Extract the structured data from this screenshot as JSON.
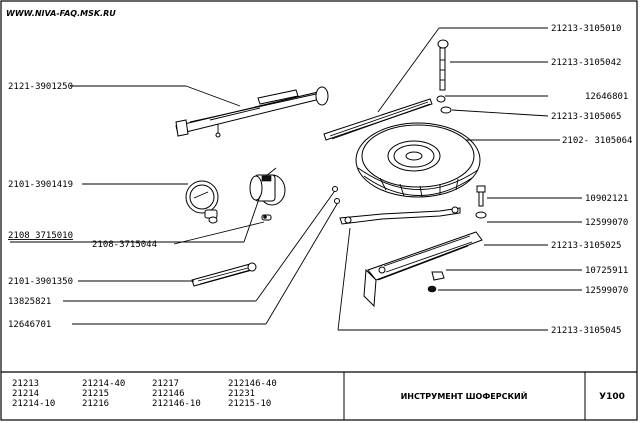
{
  "header": {
    "site": "WWW.NIVA-FAQ.MSK.RU"
  },
  "callouts": {
    "jack": "2121-3901250",
    "gauge": "2101-3901419",
    "lamp_under": "2108 3715010",
    "lamp_small": "2108-3715044",
    "wrench": "2101-3901350",
    "p1382582": "13825821",
    "p1264670": "12646701",
    "c3105010": "21213-3105010",
    "c3105042": "21213-3105042",
    "c1264680": "12646801",
    "c3105065": "21213-3105065",
    "c3105064": "2102- 3105064",
    "c0902121": "10902121",
    "c2599070a": "12599070",
    "c3105025": "21213-3105025",
    "c0725911": "10725911",
    "c2599070b": "12599070",
    "c3105045": "21213-3105045"
  },
  "footer": {
    "models": [
      [
        "21213",
        "21214",
        "21214-10"
      ],
      [
        "21214-40",
        "21215",
        "21216"
      ],
      [
        "21217",
        "212146",
        "212146-10"
      ],
      [
        "212146-40",
        "21231",
        "21215-10"
      ]
    ],
    "title": "ИНСТРУМЕНТ ШОФЕРСКИЙ",
    "page": "У100"
  }
}
